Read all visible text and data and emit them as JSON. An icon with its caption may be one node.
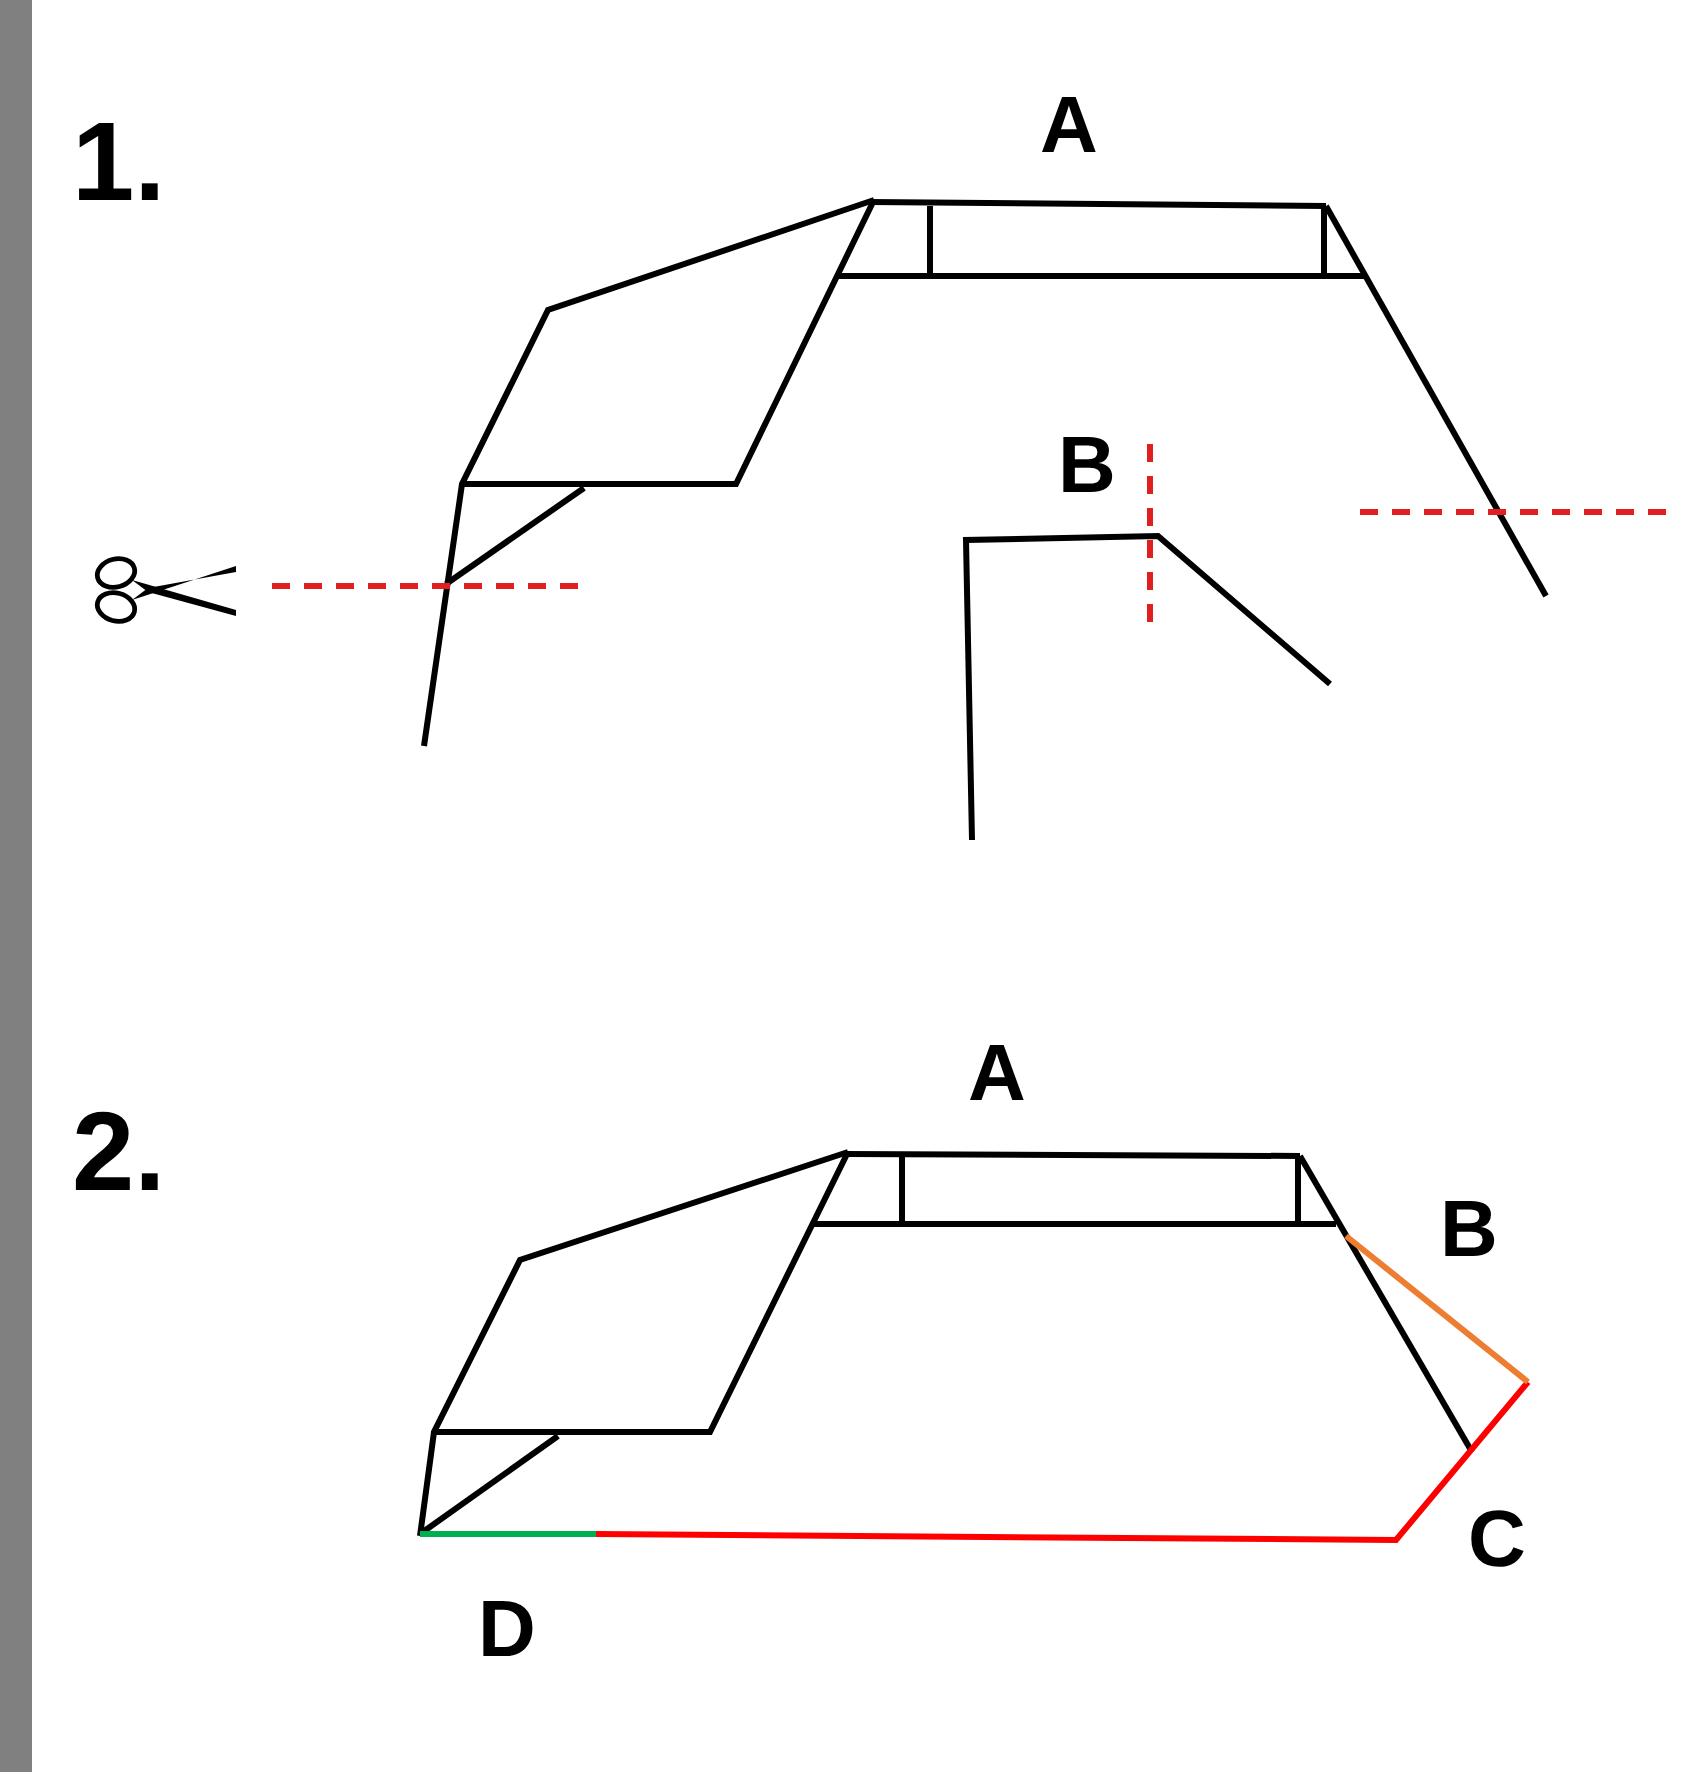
{
  "diagram": {
    "labels": [
      "1.",
      "A",
      "B",
      "2.",
      "A",
      "B",
      "C",
      "D"
    ]
  }
}
